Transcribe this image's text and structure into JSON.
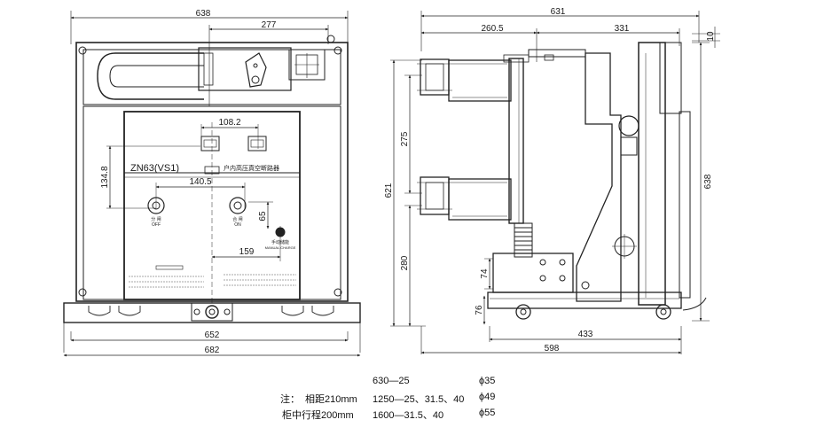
{
  "front_view": {
    "dims": {
      "overall_width": "638",
      "top_offset": "277",
      "window_width": "108.2",
      "label_height": "134.8",
      "button_spacing": "140.5",
      "button_height": "65",
      "indicator_offset": "159",
      "wheel_span": "652",
      "base_width": "682"
    },
    "panel_title": "ZN63(VS1)",
    "panel_subtitle": "户内高压真空断路器",
    "btn_off_label": "分 闸",
    "btn_off_sub": "OFF",
    "btn_on_label": "合 闸",
    "btn_on_sub": "ON",
    "indicator_label": "手动储能",
    "indicator_sub": "MANUAL CHARGE"
  },
  "side_view": {
    "dims": {
      "overall_width": "631",
      "depth_upper": "260.5",
      "depth_lower": "331",
      "top_clearance": "10",
      "phase_spacing": "275",
      "overall_height": "621",
      "lower_height": "280",
      "frame_height": "638",
      "bracket_height": "74",
      "wheel_height": "76",
      "wheel_offset": "433",
      "base_depth": "598"
    }
  },
  "notes": {
    "prefix": "注：",
    "line1_left": "相距210mm",
    "line2_left": "柜中行程200mm",
    "line0_spec": "630—25",
    "line1_spec": "1250—25、31.5、40",
    "line2_spec": "1600—31.5、40",
    "line0_dia": "ϕ35",
    "line1_dia": "ϕ49",
    "line2_dia": "ϕ55"
  }
}
